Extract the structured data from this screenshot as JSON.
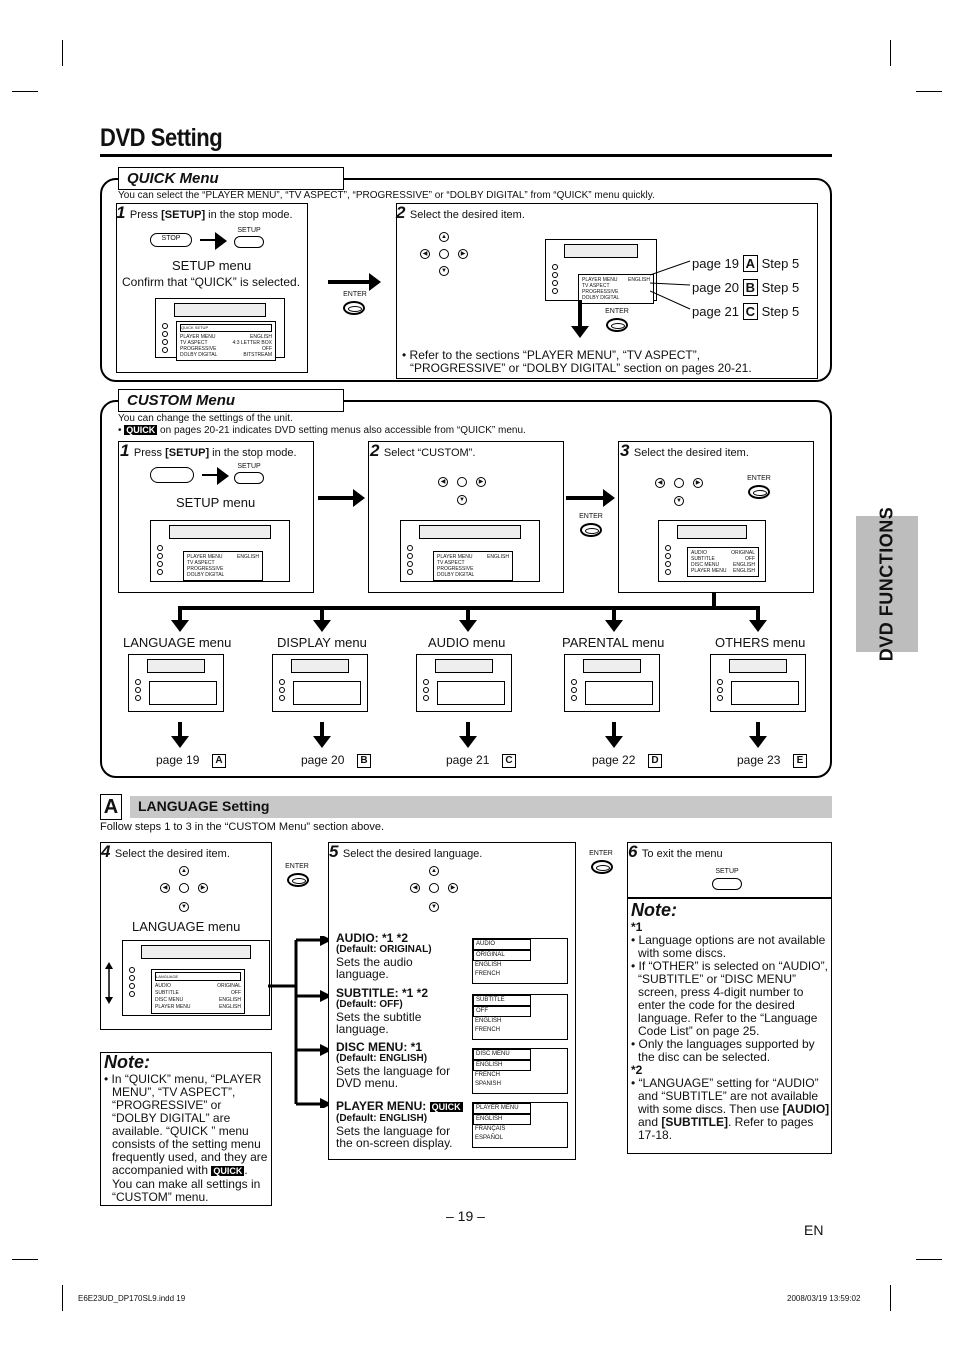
{
  "page_title": "DVD Setting",
  "sidebar_label": "DVD FUNCTIONS",
  "quick": {
    "tab": "QUICK Menu",
    "intro": "You can select the “PLAYER MENU”, “TV ASPECT”, “PROGRESSIVE” or “DOLBY DIGITAL” from “QUICK” menu quickly.",
    "step1_num": "1",
    "step1_pre": "Press ",
    "step1_key": "[SETUP]",
    "step1_post": " in the stop mode.",
    "btn_stop": "STOP",
    "btn_setup": "SETUP",
    "setup_menu": "SETUP menu",
    "confirm": "Confirm that “QUICK” is selected.",
    "enter": "ENTER",
    "step2_num": "2",
    "step2_text": "Select the desired item.",
    "refs": [
      {
        "page": "page 19",
        "letter": "A",
        "step": "Step 5"
      },
      {
        "page": "page 20",
        "letter": "B",
        "step": "Step 5"
      },
      {
        "page": "page 21",
        "letter": "C",
        "step": "Step 5"
      }
    ],
    "refer_line1": "• Refer to the sections “PLAYER MENU”, “TV ASPECT”,",
    "refer_line2": "“PROGRESSIVE” or “DOLBY DIGITAL” section on pages 20-21."
  },
  "tvmenu_quick": {
    "header": "QUICK SETUP",
    "rows": [
      [
        "PLAYER MENU",
        "ENGLISH"
      ],
      [
        "TV ASPECT",
        "4:3 LETTER BOX"
      ],
      [
        "PROGRESSIVE",
        "OFF"
      ],
      [
        "DOLBY DIGITAL",
        "BITSTREAM"
      ]
    ]
  },
  "custom": {
    "tab": "CUSTOM Menu",
    "intro1": "You can change the settings of the unit.",
    "intro2_pre": "• ",
    "quick_badge": "QUICK",
    "intro2_post": " on pages 20-21 indicates DVD setting menus also accessible from “QUICK” menu.",
    "step1_num": "1",
    "step1_pre": "Press ",
    "step1_key": "[SETUP]",
    "step1_post": " in the stop mode.",
    "setup_menu": "SETUP menu",
    "step2_num": "2",
    "step2_text": "Select “CUSTOM”.",
    "step3_num": "3",
    "step3_text": "Select the desired item.",
    "custom_menu_header": "LANGUAGE",
    "custom_rows": [
      [
        "AUDIO",
        "ORIGINAL"
      ],
      [
        "SUBTITLE",
        "OFF"
      ],
      [
        "DISC MENU",
        "ENGLISH"
      ],
      [
        "PLAYER MENU",
        "ENGLISH"
      ]
    ],
    "menus": [
      {
        "label": "LANGUAGE menu",
        "page": "page 19",
        "letter": "A"
      },
      {
        "label": "DISPLAY menu",
        "page": "page 20",
        "letter": "B"
      },
      {
        "label": "AUDIO menu",
        "page": "page 21",
        "letter": "C"
      },
      {
        "label": "PARENTAL menu",
        "page": "page 22",
        "letter": "D"
      },
      {
        "label": "OTHERS menu",
        "page": "page 23",
        "letter": "E"
      }
    ]
  },
  "sectionA": {
    "letter": "A",
    "title": "LANGUAGE Setting",
    "follow": "Follow steps 1 to 3 in the “CUSTOM Menu” section above.",
    "step4_num": "4",
    "step4_text": "Select the desired item.",
    "language_menu": "LANGUAGE menu",
    "step5_num": "5",
    "step5_text": "Select the desired language.",
    "step6_num": "6",
    "step6_text": "To exit the menu",
    "audio_title": "AUDIO: *1 *2",
    "audio_default": "(Default: ORIGINAL)",
    "audio_desc": "Sets the audio language.",
    "subtitle_title": "SUBTITLE: *1 *2",
    "subtitle_default": "(Default: OFF)",
    "subtitle_desc": "Sets the subtitle language.",
    "disc_title": "DISC MENU: *1",
    "disc_default": "(Default: ENGLISH)",
    "disc_desc": "Sets the language for DVD menu.",
    "player_title": "PLAYER MENU:",
    "player_default": "(Default: ENGLISH)",
    "player_desc": "Sets the language for the on-screen display.",
    "lists": [
      {
        "hdr": "AUDIO",
        "items": [
          "ORIGINAL",
          "ENGLISH",
          "FRENCH"
        ]
      },
      {
        "hdr": "SUBTITLE",
        "items": [
          "OFF",
          "ENGLISH",
          "FRENCH"
        ]
      },
      {
        "hdr": "DISC MENU",
        "items": [
          "ENGLISH",
          "FRENCH",
          "SPANISH"
        ]
      },
      {
        "hdr": "PLAYER MENU",
        "items": [
          "ENGLISH",
          "FRANÇAIS",
          "ESPAÑOL"
        ]
      }
    ]
  },
  "note_left": {
    "title": "Note:",
    "text": "• In “QUICK” menu, “PLAYER MENU”, “TV ASPECT”, “PROGRESSIVE” or “DOLBY DIGITAL” are available. “QUICK ” menu consists of the setting menu frequently used, and they are accompanied with",
    "badge": "QUICK",
    "text2": ". You can make all settings in “CUSTOM” menu."
  },
  "note_right": {
    "title": "Note:",
    "s1": "*1",
    "b1": "• Language options are not available with some discs.",
    "b2": "• If “OTHER” is selected on “AUDIO”, “SUBTITLE” or “DISC MENU” screen, press 4-digit number to enter the code for the desired language. Refer to the “Language Code List” on page 25.",
    "b3": "• Only the languages supported by the disc can be selected.",
    "s2": "*2",
    "b4_pre": "• “LANGUAGE” setting for “AUDIO” and “SUBTITLE” are not available with some discs. Then use ",
    "b4_k1": "[AUDIO]",
    "b4_mid": " and ",
    "b4_k2": "[SUBTITLE]",
    "b4_post": ". Refer to pages 17-18."
  },
  "page_number": "– 19 –",
  "lang_code": "EN",
  "footer_left": "E6E23UD_DP170SL9.indd   19",
  "footer_right": "2008/03/19   13:59:02"
}
